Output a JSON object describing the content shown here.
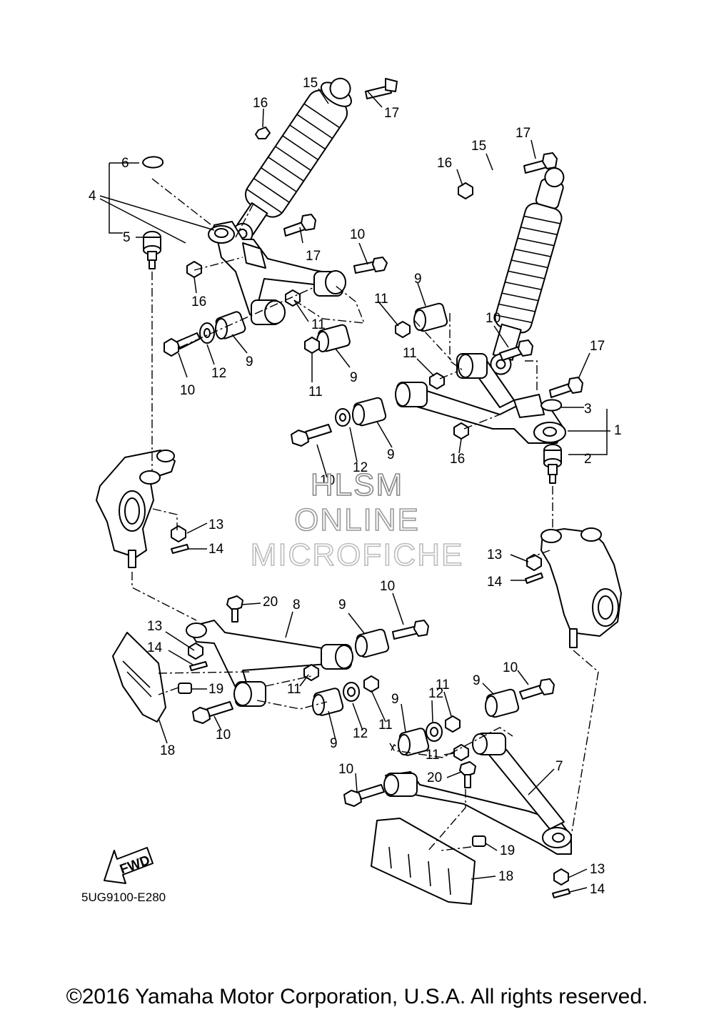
{
  "diagram": {
    "diagram_code": "5UG9100-E280",
    "direction_label": "FWD",
    "copyright": "©2016 Yamaha Motor Corporation, U.S.A. All rights reserved.",
    "watermark": [
      "HLSM",
      "ONLINE",
      "MICROFICHE"
    ],
    "callouts": [
      {
        "id": "c15a",
        "text": "15"
      },
      {
        "id": "c16a",
        "text": "16"
      },
      {
        "id": "c17a",
        "text": "17"
      },
      {
        "id": "c6",
        "text": "6"
      },
      {
        "id": "c4",
        "text": "4"
      },
      {
        "id": "c5",
        "text": "5"
      },
      {
        "id": "c17b",
        "text": "17"
      },
      {
        "id": "c16b",
        "text": "16"
      },
      {
        "id": "c10a",
        "text": "10"
      },
      {
        "id": "c11a",
        "text": "11"
      },
      {
        "id": "c12a",
        "text": "12"
      },
      {
        "id": "c9a",
        "text": "9"
      },
      {
        "id": "c10b",
        "text": "10"
      },
      {
        "id": "c9b",
        "text": "9"
      },
      {
        "id": "c11b",
        "text": "11"
      },
      {
        "id": "c17c",
        "text": "17"
      },
      {
        "id": "c15b",
        "text": "15"
      },
      {
        "id": "c16c",
        "text": "16"
      },
      {
        "id": "c9c",
        "text": "9"
      },
      {
        "id": "c11c",
        "text": "11"
      },
      {
        "id": "c10c",
        "text": "10"
      },
      {
        "id": "c11d",
        "text": "11"
      },
      {
        "id": "c17d",
        "text": "17"
      },
      {
        "id": "c3",
        "text": "3"
      },
      {
        "id": "c1",
        "text": "1"
      },
      {
        "id": "c2",
        "text": "2"
      },
      {
        "id": "c16d",
        "text": "16"
      },
      {
        "id": "c12b",
        "text": "12"
      },
      {
        "id": "c9d",
        "text": "9"
      },
      {
        "id": "c10d",
        "text": "10"
      },
      {
        "id": "c13a",
        "text": "13"
      },
      {
        "id": "c14a",
        "text": "14"
      },
      {
        "id": "c13b",
        "text": "13"
      },
      {
        "id": "c14b",
        "text": "14"
      },
      {
        "id": "c20a",
        "text": "20"
      },
      {
        "id": "c8",
        "text": "8"
      },
      {
        "id": "c9e",
        "text": "9"
      },
      {
        "id": "c10e",
        "text": "10"
      },
      {
        "id": "c13c",
        "text": "13"
      },
      {
        "id": "c14c",
        "text": "14"
      },
      {
        "id": "c19a",
        "text": "19"
      },
      {
        "id": "c11e",
        "text": "11"
      },
      {
        "id": "c10f",
        "text": "10"
      },
      {
        "id": "c18a",
        "text": "18"
      },
      {
        "id": "c9f",
        "text": "9"
      },
      {
        "id": "c12c",
        "text": "12"
      },
      {
        "id": "c11f",
        "text": "11"
      },
      {
        "id": "c9g",
        "text": "9"
      },
      {
        "id": "c12d",
        "text": "12"
      },
      {
        "id": "c11g",
        "text": "11"
      },
      {
        "id": "c9h",
        "text": "9"
      },
      {
        "id": "c10g",
        "text": "10"
      },
      {
        "id": "c11h",
        "text": "11"
      },
      {
        "id": "c10h",
        "text": "10"
      },
      {
        "id": "c20b",
        "text": "20"
      },
      {
        "id": "c7",
        "text": "7"
      },
      {
        "id": "c19b",
        "text": "19"
      },
      {
        "id": "c18b",
        "text": "18"
      },
      {
        "id": "c13d",
        "text": "13"
      },
      {
        "id": "c14d",
        "text": "14"
      }
    ]
  }
}
